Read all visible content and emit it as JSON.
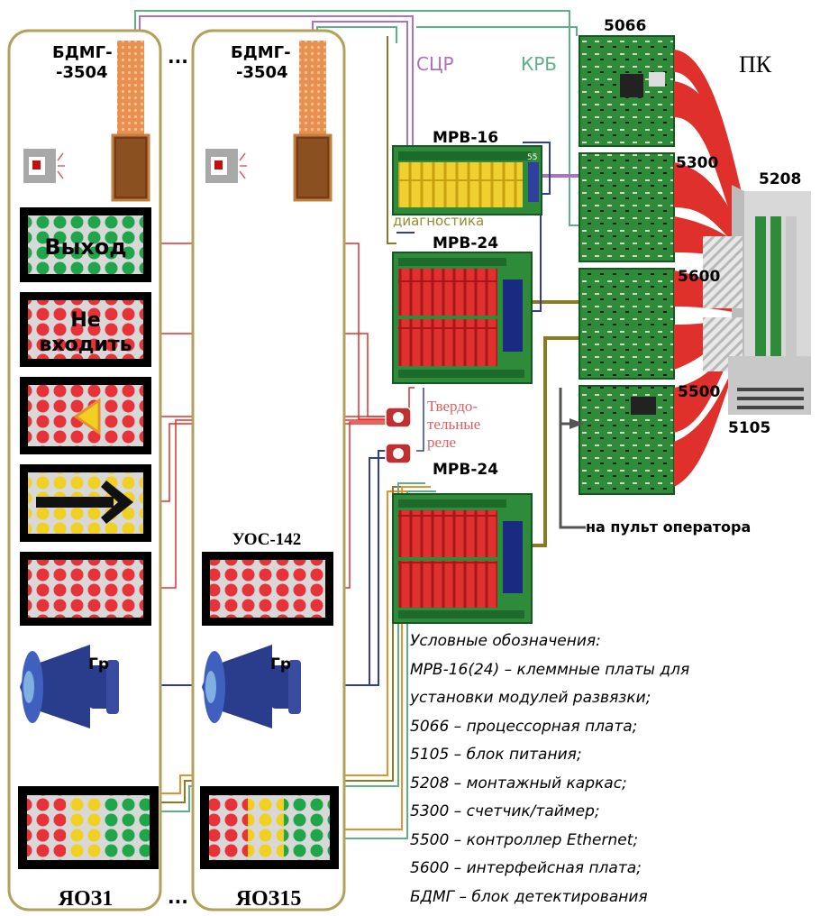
{
  "labels": {
    "bdmg_left": [
      "БДМГ-",
      "-3504"
    ],
    "bdmg_right": [
      "БДМГ-",
      "-3504"
    ],
    "dots": "...",
    "sign_exit": "Выход",
    "sign_no_entry": [
      "Не",
      "входить"
    ],
    "gr": "Гр",
    "uos": "УОС-142",
    "yaoz_left": "ЯОЗ1",
    "yaoz_right": "ЯОЗ15",
    "scr": "СЦР",
    "krb": "КРБ",
    "mrv16": "МРВ-16",
    "mrv16_pins": "55",
    "diagnostika": "диагностика",
    "mrv24_top": "МРВ-24",
    "mrv24_bottom": "МРВ-24",
    "relays": [
      "Твердо-",
      "тельные",
      "реле"
    ],
    "b5066": "5066",
    "b5300": "5300",
    "b5600": "5600",
    "b5500": "5500",
    "pk": "ПК",
    "b5208": "5208",
    "b5105": "5105",
    "operator": "на пульт оператора"
  },
  "legend": {
    "lines": [
      "Условные обозначения:",
      "МРВ-16(24) – клеммные платы для",
      "установки модулей развязки;",
      "5066 – процессорная плата;",
      "5105 – блок питания;",
      "5208 – монтажный каркас;",
      "5300 – счетчик/таймер;",
      "5500 – контроллер Ethernet;",
      "5600 – интерфейсная плата;",
      "БДМГ – блок детектирования"
    ]
  },
  "colors": {
    "panel_border": "#b3a05a",
    "wire_red": "#e0302c",
    "wire_blue": "#2f3f9e",
    "wire_green": "#5fb08a",
    "wire_purple": "#b070c0",
    "wire_olive": "#8a7a20",
    "board_green": "#2e8b3a",
    "led_red": "#e8323a",
    "led_green": "#1fa64a",
    "led_yellow": "#f0d020",
    "horn_blue": "#2a3c8c"
  }
}
